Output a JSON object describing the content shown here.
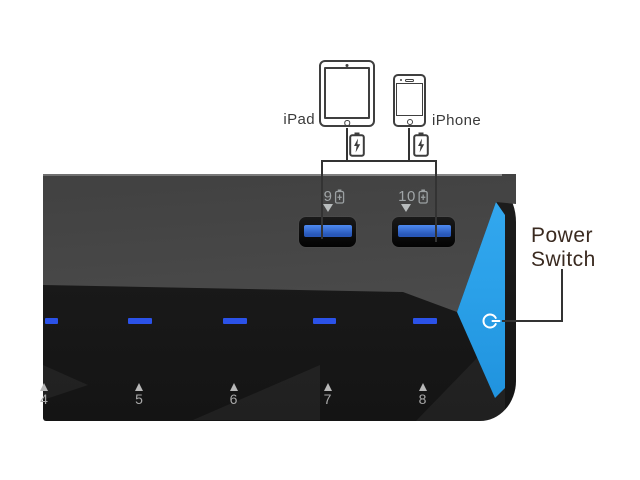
{
  "annotation": {
    "ipad_label": "iPad",
    "iphone_label": "iPhone",
    "power_switch_label_line1": "Power",
    "power_switch_label_line2": "Switch"
  },
  "hub": {
    "top_ports": [
      {
        "number": "9"
      },
      {
        "number": "10"
      }
    ],
    "front_ports": [
      "4",
      "5",
      "6",
      "7",
      "8"
    ]
  },
  "colors": {
    "accent_blue": "#2BA1E9",
    "led_blue": "#2B52E8",
    "usb_tongue_blue": "#3A76D8",
    "annotation_line": "#333333",
    "power_label_text": "#3A2A20"
  }
}
